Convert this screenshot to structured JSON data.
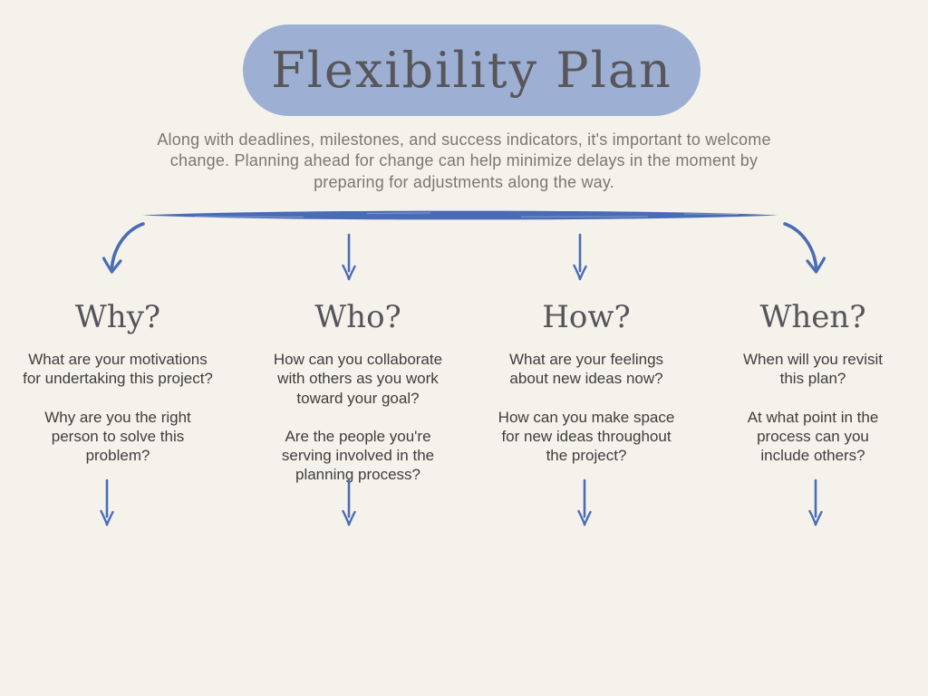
{
  "page": {
    "title": "Flexibility Plan",
    "subtitle": "Along with deadlines, milestones, and success indicators, it's important to welcome change. Planning ahead for change can help minimize delays in the moment by preparing for adjustments along the way."
  },
  "colors": {
    "background": "#f5f2eb",
    "title_pill_blue": "#9db0d3",
    "title_text_gray": "#57565a",
    "subtitle_text_gray": "#7b7872",
    "body_text_gray": "#3e3e3e",
    "accent_stroke_blue": "#4a6cb6"
  },
  "icons": {
    "down_arrow": "↓",
    "curved_down_arrow_left": "⤶",
    "curved_down_arrow_right": "⤷",
    "brush_stroke_divider": "horizontal-brush-line"
  },
  "columns": [
    {
      "heading": "Why?",
      "questions": [
        "What are your motivations for undertaking this project?",
        "Why are you the right person to solve this problem?"
      ]
    },
    {
      "heading": "Who?",
      "questions": [
        "How can you collaborate with others as you work toward your goal?",
        "Are the people you're serving involved in the planning process?"
      ]
    },
    {
      "heading": "How?",
      "questions": [
        "What are your feelings about new ideas now?",
        "How can you make space for new ideas throughout the project?"
      ]
    },
    {
      "heading": "When?",
      "questions": [
        "When will you revisit this plan?",
        "At what point in the process can you include others?"
      ]
    }
  ]
}
